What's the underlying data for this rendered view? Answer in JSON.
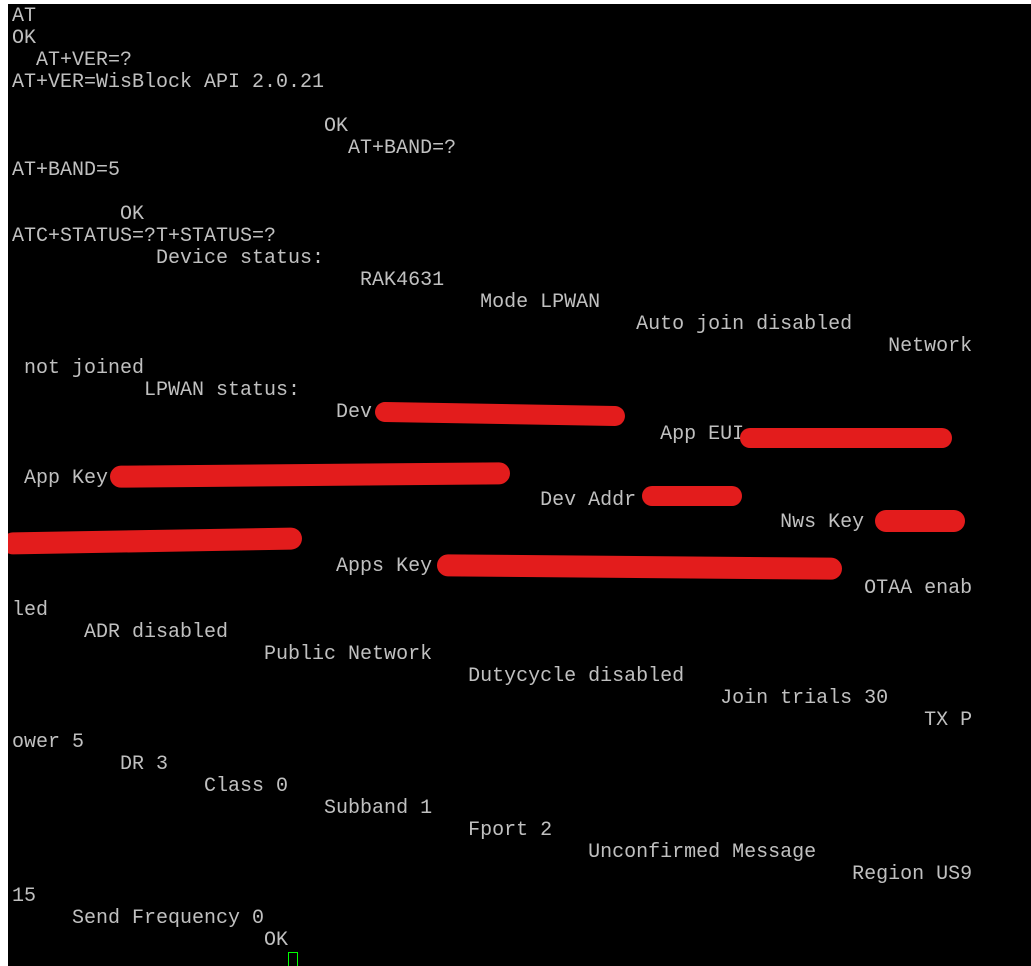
{
  "terminal": {
    "lines": [
      "AT",
      "OK",
      "  AT+VER=?",
      "AT+VER=WisBlock API 2.0.21",
      "",
      "                          OK",
      "                            AT+BAND=?",
      "AT+BAND=5",
      "",
      "         OK",
      "ATC+STATUS=?T+STATUS=?",
      "            Device status:",
      "                             RAK4631",
      "                                       Mode LPWAN",
      "                                                    Auto join disabled",
      "                                                                         Network",
      " not joined",
      "           LPWAN status:",
      "                           Dev",
      "                                                      App EUI",
      "",
      " App Key",
      "                                            Dev Addr",
      "                                                                Nws Key",
      "",
      "                           Apps Key",
      "                                                                       OTAA enab",
      "led",
      "      ADR disabled",
      "                     Public Network",
      "                                      Dutycycle disabled",
      "                                                           Join trials 30",
      "                                                                            TX P",
      "ower 5",
      "         DR 3",
      "                Class 0",
      "                          Subband 1",
      "                                      Fport 2",
      "                                                Unconfirmed Message",
      "                                                                      Region US9",
      "15",
      "     Send Frequency 0",
      "                     OK"
    ]
  }
}
